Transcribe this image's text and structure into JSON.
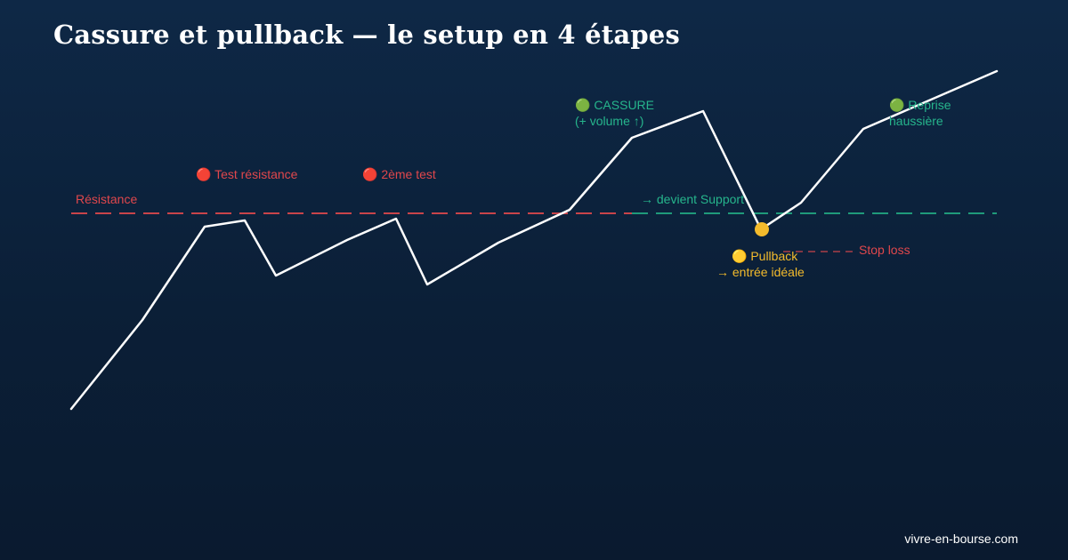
{
  "title": "Cassure et pullback — le setup en 4 étapes",
  "footer": "vivre-en-bourse.com",
  "colors": {
    "resistance": "#e0474c",
    "support": "#26b58c",
    "pullback": "#f4bb2c",
    "price": "#ffffff"
  },
  "labels": {
    "resistance": "Résistance",
    "test1": "🔴 Test résistance",
    "test2": "🔴 2ème test",
    "breakout_1": "🟢 CASSURE",
    "breakout_2": "(+ volume ↑)",
    "support": "→ devient Support",
    "pullback_1": "🟡 Pullback",
    "pullback_2": "→ entrée idéale",
    "stoploss": "Stop loss",
    "resume_1": "🟢 Reprise",
    "resume_2": "haussière"
  }
}
